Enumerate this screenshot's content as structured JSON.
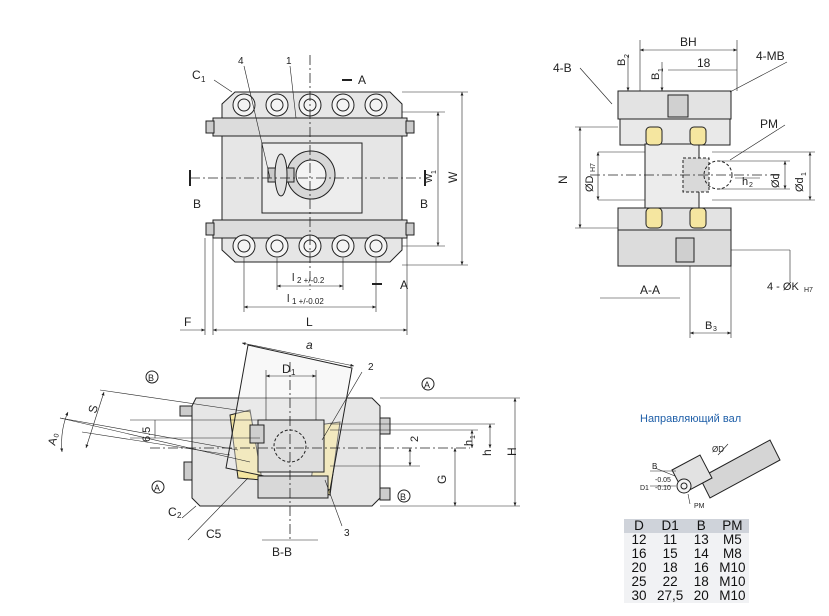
{
  "top_view": {
    "labels": {
      "c1": "C",
      "c1_sub": "1",
      "n4": "4",
      "n1": "1",
      "a_top": "A",
      "a_bot": "A",
      "b_left": "B",
      "b_right": "B",
      "w1": "W",
      "w1_sub": "1",
      "w": "W",
      "f": "F",
      "l": "L",
      "l2": "l",
      "l2_sub": "2 +/-0.2",
      "l1": "l",
      "l1_sub": "1 +/-0.02"
    }
  },
  "section_aa": {
    "labels": {
      "bh": "BH",
      "mb": "4-MB",
      "b4": "4-B",
      "b2": "B",
      "b2_sub": "2",
      "b1": "B",
      "b1_sub": "1",
      "dim18": "18",
      "pm": "PM",
      "n": "N",
      "dh7": "ØD",
      "dh7_sub": "H7",
      "h2": "h",
      "h2_sub": "2",
      "od": "Ød",
      "od1": "Ød",
      "od1_sub": "1",
      "aa": "A-A",
      "k": "4 - ØK",
      "k_sub": "H7",
      "b3": "B",
      "b3_sub": "3"
    }
  },
  "section_bb": {
    "labels": {
      "a": "a",
      "d1": "D",
      "d1_sub": "1",
      "n2": "2",
      "s": "S",
      "a0": "A",
      "a0_sub": "0",
      "d65": "6.5",
      "dim2": "2",
      "h1": "h",
      "h1_sub": "1",
      "h": "h",
      "H": "H",
      "G": "G",
      "c2": "C",
      "c2_sub": "2",
      "c5": "C5",
      "n3": "3",
      "bb": "B-B",
      "circ_b": "B",
      "circ_a": "A"
    }
  },
  "guide_shaft": {
    "title": "Направляющий вал",
    "labels": {
      "od": "ØD",
      "b": "B",
      "d1": "D1",
      "tol_hi": "-0.05",
      "tol_lo": "-0.10",
      "pm": "PM"
    }
  },
  "table": {
    "headers": [
      "D",
      "D1",
      "B",
      "PM"
    ],
    "rows": [
      [
        "12",
        "11",
        "13",
        "M5"
      ],
      [
        "16",
        "15",
        "14",
        "M8"
      ],
      [
        "20",
        "18",
        "16",
        "M10"
      ],
      [
        "25",
        "22",
        "18",
        "M10"
      ],
      [
        "30",
        "27,5",
        "20",
        "M10"
      ]
    ]
  },
  "colors": {
    "line": "#222222",
    "fill": "#e6e6e6",
    "fill_dark": "#cfcfcf",
    "yellow": "#f5e6a0",
    "accent": "#1f5fa8"
  }
}
